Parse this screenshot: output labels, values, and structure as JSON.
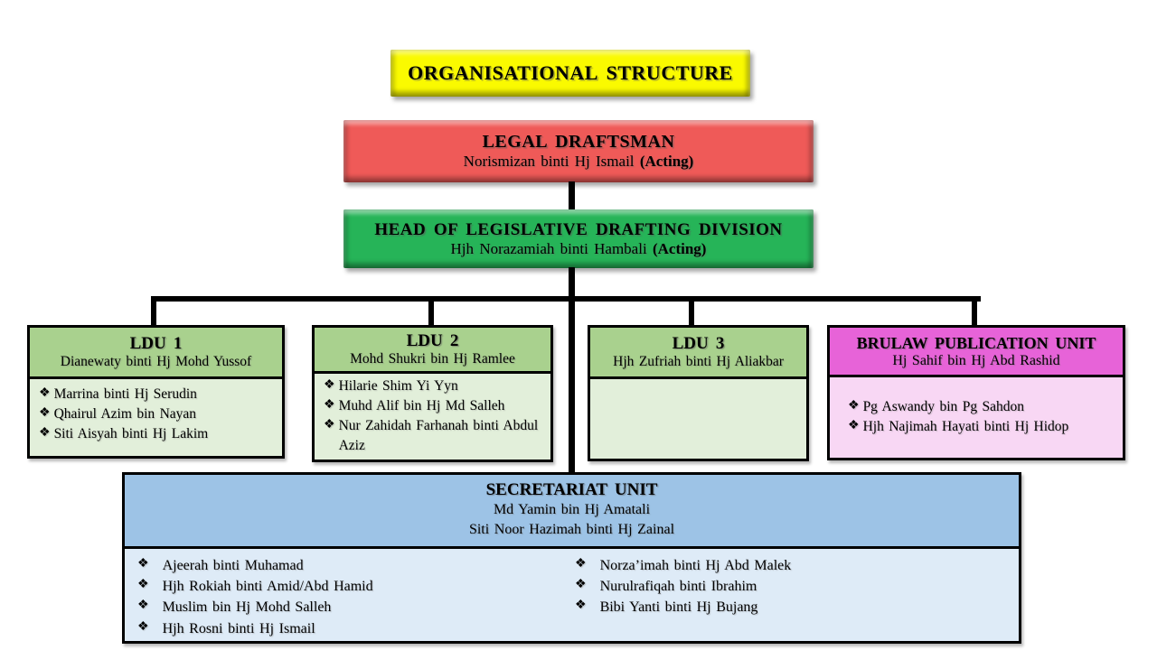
{
  "bullet": "❖",
  "colors": {
    "title_fill": "#FAFA00",
    "legal_fill": "#EF5A58",
    "head_fill": "#26B458",
    "ldu_header_fill": "#A9D18E",
    "ldu_body_fill": "#E2EFDA",
    "brulaw_header_fill": "#E763D8",
    "brulaw_body_fill": "#F8D7F4",
    "secretariat_header_fill": "#9DC3E6",
    "secretariat_body_fill": "#DEEBF7",
    "line_color": "#000000"
  },
  "title": {
    "label": "ORGANISATIONAL STRUCTURE"
  },
  "legal_draftsman": {
    "title": "LEGAL DRAFTSMAN",
    "name": "Norismizan binti Hj Ismail",
    "acting": "(Acting)"
  },
  "head_division": {
    "title": "HEAD OF LEGISLATIVE DRAFTING DIVISION",
    "name": "Hjh Norazamiah binti Hambali",
    "acting": "(Acting)"
  },
  "units": [
    {
      "title": "LDU 1",
      "leader": "Dianewaty binti Hj Mohd Yussof",
      "members": [
        "Marrina binti Hj Serudin",
        "Qhairul Azim bin Nayan",
        "Siti Aisyah binti Hj Lakim"
      ]
    },
    {
      "title": "LDU 2",
      "leader": "Mohd Shukri bin Hj Ramlee",
      "members": [
        "Hilarie Shim Yi Yyn",
        "Muhd Alif bin Hj Md Salleh",
        "Nur Zahidah Farhanah binti Abdul Aziz"
      ]
    },
    {
      "title": "LDU 3",
      "leader": "Hjh Zufriah binti Hj Aliakbar",
      "members": []
    },
    {
      "title": "BRULAW PUBLICATION UNIT",
      "leader": "Hj Sahif bin Hj Abd Rashid",
      "members": [
        "Pg Aswandy bin Pg Sahdon",
        "Hjh Najimah Hayati binti Hj Hidop"
      ]
    }
  ],
  "secretariat": {
    "title": "SECRETARIAT UNIT",
    "leader1": "Md Yamin bin Hj Amatali",
    "leader2": "Siti Noor Hazimah binti Hj Zainal",
    "members_left": [
      "Ajeerah binti Muhamad",
      "Hjh Rokiah binti Amid/Abd Hamid",
      "Muslim bin Hj Mohd Salleh",
      "Hjh Rosni binti Hj Ismail"
    ],
    "members_right": [
      "Norza’imah binti Hj Abd Malek",
      "Nurulrafiqah binti Ibrahim",
      "Bibi Yanti binti Hj Bujang"
    ]
  }
}
